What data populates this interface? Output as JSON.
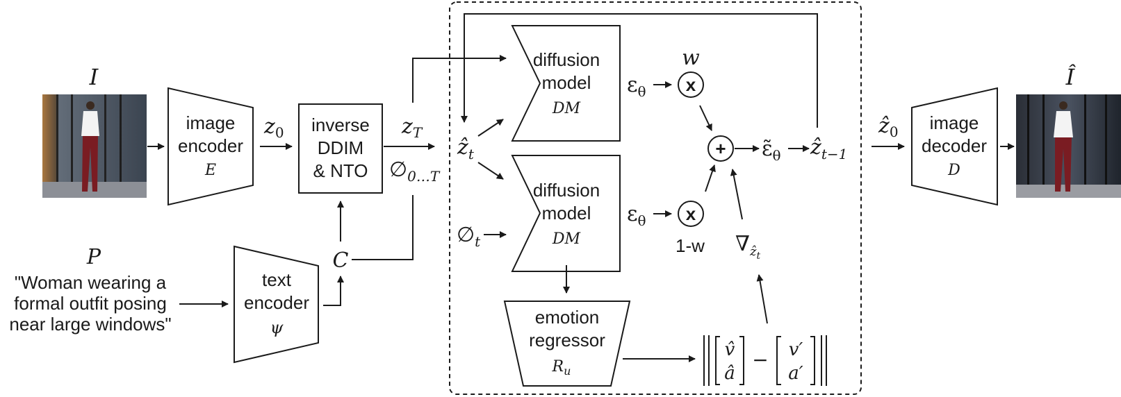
{
  "colors": {
    "stroke": "#1a1a1a",
    "background": "#ffffff"
  },
  "input": {
    "image_symbol": "I",
    "prompt_symbol": "P",
    "prompt_lines": [
      "\"Woman wearing a",
      "formal outfit posing",
      "near large windows\""
    ]
  },
  "image_encoder": {
    "line1": "image",
    "line2": "encoder",
    "symbol": "E"
  },
  "z0_symbol": "z",
  "z0_sub": "0",
  "inverse_box": {
    "line1": "inverse",
    "line2": "DDIM",
    "line3": "& NTO"
  },
  "zT": {
    "base": "z",
    "sub": "T"
  },
  "phi_range": {
    "base": "∅",
    "sub": "0…T"
  },
  "text_encoder": {
    "line1": "text",
    "line2": "encoder",
    "symbol": "ψ"
  },
  "condition_symbol": "C",
  "zhat_t": {
    "base": "ẑ",
    "sub": "t"
  },
  "phi_t": {
    "base": "∅",
    "sub": "t"
  },
  "dm_top": {
    "line1": "diffusion",
    "line2": "model",
    "symbol": "DM"
  },
  "dm_bottom": {
    "line1": "diffusion",
    "line2": "model",
    "symbol": "DM"
  },
  "eps_top": {
    "base": "ε",
    "sub": "θ"
  },
  "eps_bottom": {
    "base": "ε",
    "sub": "θ"
  },
  "mult_symbol": "x",
  "plus_symbol": "+",
  "weight_top": "w",
  "weight_bottom": "1-w",
  "eps_tilde": {
    "base": "ε̃",
    "sub": "θ"
  },
  "zhat_tm1": {
    "base": "ẑ",
    "sub": "t−1"
  },
  "grad": {
    "base": "∇",
    "sub": "ẑ",
    "subsub": "t"
  },
  "regressor": {
    "line1": "emotion",
    "line2": "regressor",
    "symbol": "R",
    "symbol_sub": "u"
  },
  "loss": {
    "v_hat": "v̂",
    "a_hat": "â",
    "minus": "−",
    "v_prime": "v′",
    "a_prime": "a′"
  },
  "output": {
    "z0hat_base": "ẑ",
    "z0hat_sub": "0",
    "image_symbol": "Î"
  },
  "image_decoder": {
    "line1": "image",
    "line2": "decoder",
    "symbol": "D"
  }
}
